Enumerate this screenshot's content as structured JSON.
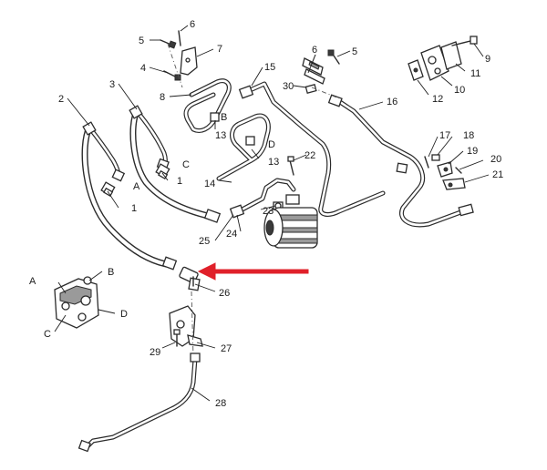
{
  "colors": {
    "accent": "#e0202a",
    "line": "#2b2b2b"
  },
  "callouts": {
    "c1a": "1",
    "c1b": "1",
    "c2": "2",
    "c3": "3",
    "c4": "4",
    "c5a": "5",
    "c5b": "5",
    "c6a": "6",
    "c6b": "6",
    "c7": "7",
    "c8": "8",
    "c9": "9",
    "c10": "10",
    "c11": "11",
    "c12": "12",
    "c13a": "13",
    "c13b": "13",
    "c14": "14",
    "c15": "15",
    "c16": "16",
    "c17": "17",
    "c18": "18",
    "c19": "19",
    "c20": "20",
    "c21": "21",
    "c22": "22",
    "c23": "23",
    "c24": "24",
    "c25": "25",
    "c26": "26",
    "c27": "27",
    "c28": "28",
    "c29": "29",
    "c30": "30"
  },
  "port_labels": {
    "a_main": "A",
    "b_main": "B",
    "c_main": "C",
    "d_main": "D",
    "a_inset": "A",
    "b_inset": "B",
    "c_inset": "C",
    "d_inset": "D"
  },
  "pointer_arrow": {
    "target_part": "26"
  }
}
